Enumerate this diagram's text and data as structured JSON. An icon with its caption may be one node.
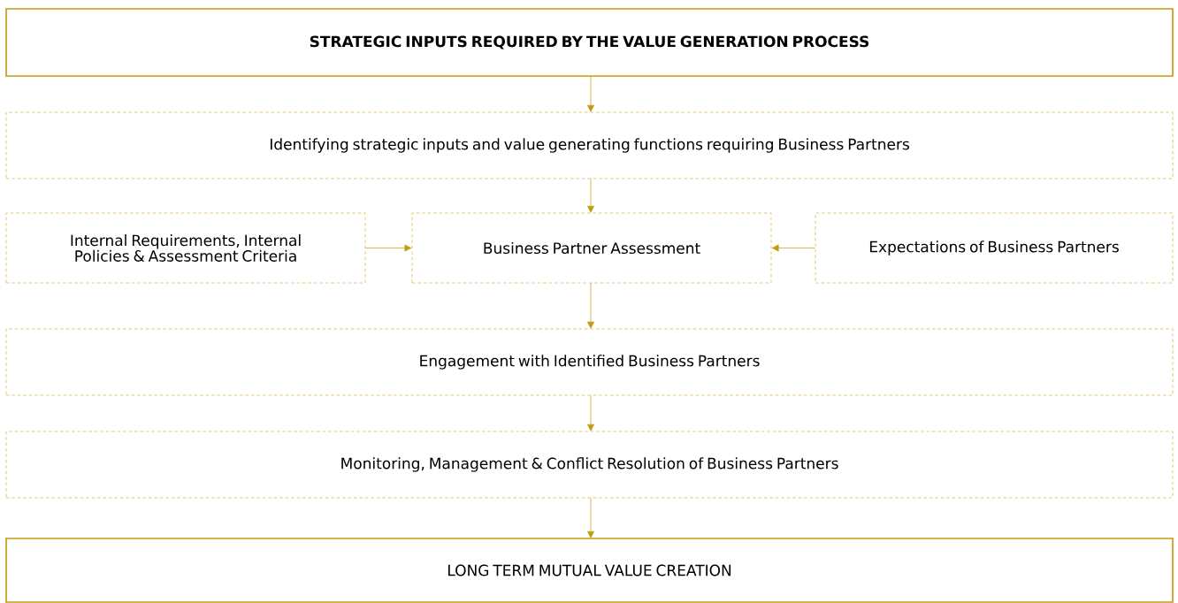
{
  "diagram": {
    "nodes": [
      {
        "text": [
          "STRATEGIC INPUTS REQUIRED BY THE VALUE GENERATION PROCESS"
        ]
      },
      {
        "text": [
          "Identifying strategic inputs and value generating functions requiring Business Partners"
        ]
      },
      {
        "text": [
          "Internal Requirements, Internal Policies & Assessment Criteria"
        ]
      },
      {
        "text": [
          "Business Partner Assessment"
        ]
      },
      {
        "text": [
          "Expectations of Business Partners"
        ]
      },
      {
        "text": [
          "Engagement with Identified Business Partners"
        ]
      },
      {
        "text": [
          "Monitoring, Management & Conflict Resolution of Business Partners"
        ]
      },
      {
        "text": [
          "LONG TERM MUTUAL VALUE CREATION"
        ]
      }
    ],
    "edges": [
      {
        "from": 0,
        "to": 1,
        "arrow": "to"
      },
      {
        "from": 1,
        "to": 3,
        "arrow": "to"
      },
      {
        "from": 2,
        "to": 3,
        "arrow": "to"
      },
      {
        "from": 4,
        "to": 3,
        "arrow": "to"
      },
      {
        "from": 3,
        "to": 5,
        "arrow": "to"
      },
      {
        "from": 5,
        "to": 6,
        "arrow": "to"
      },
      {
        "from": 6,
        "to": 7,
        "arrow": "to"
      }
    ]
  }
}
